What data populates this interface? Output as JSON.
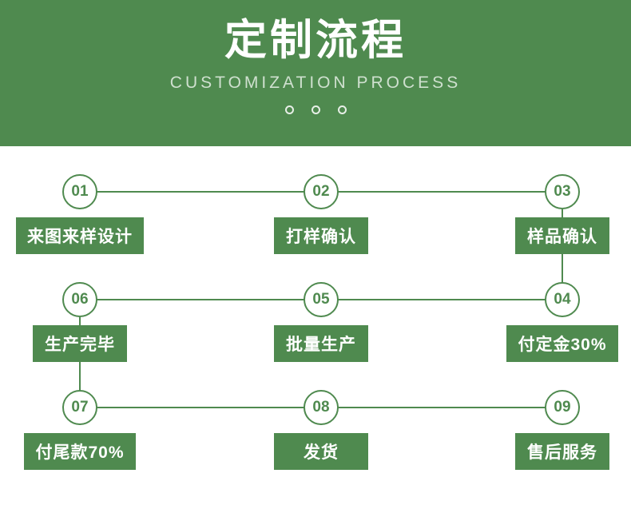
{
  "header": {
    "title": "定制流程",
    "subtitle": "CUSTOMIZATION PROCESS",
    "dots": 3,
    "bg_color": "#4f8a4f",
    "title_color": "#ffffff",
    "subtitle_color": "#cfe0cf"
  },
  "theme": {
    "accent": "#4f8a4f",
    "label_text": "#ffffff",
    "circle_bg": "#ffffff"
  },
  "flow": {
    "rows": [
      {
        "direction": "left-to-right",
        "nodes": [
          {
            "number": "01",
            "label": "来图来样设计"
          },
          {
            "number": "02",
            "label": "打样确认"
          },
          {
            "number": "03",
            "label": "样品确认"
          }
        ]
      },
      {
        "direction": "right-to-left",
        "nodes": [
          {
            "number": "06",
            "label": "生产完毕"
          },
          {
            "number": "05",
            "label": "批量生产"
          },
          {
            "number": "04",
            "label": "付定金30%"
          }
        ]
      },
      {
        "direction": "left-to-right",
        "nodes": [
          {
            "number": "07",
            "label": "付尾款70%"
          },
          {
            "number": "08",
            "label": "发货"
          },
          {
            "number": "09",
            "label": "售后服务"
          }
        ]
      }
    ]
  }
}
